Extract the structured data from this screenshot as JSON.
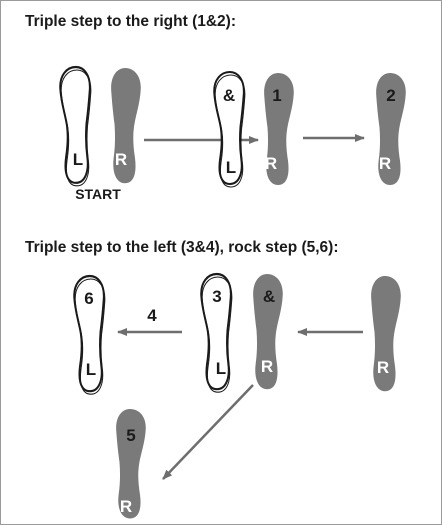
{
  "headings": {
    "section1": "Triple step to the right (1&2):",
    "section2": "Triple step to the left (3&4), rock step (5,6):"
  },
  "start_label": "START",
  "feet": {
    "s1_start_left": {
      "foot": "L",
      "step": ""
    },
    "s1_start_right": {
      "foot": "R",
      "step": ""
    },
    "s1_and_left": {
      "foot": "L",
      "step": "&"
    },
    "s1_one_right": {
      "foot": "R",
      "step": "1"
    },
    "s1_two_right": {
      "foot": "R",
      "step": "2"
    },
    "s2_six_left": {
      "foot": "L",
      "step": "6"
    },
    "s2_three_left": {
      "foot": "L",
      "step": "3"
    },
    "s2_and_right": {
      "foot": "R",
      "step": "&"
    },
    "s2_start_right": {
      "foot": "R",
      "step": ""
    },
    "s2_five_right": {
      "foot": "R",
      "step": "5"
    }
  },
  "arrows": {
    "s2_four": "4"
  },
  "colors": {
    "shaded_foot": "#7a7a7a",
    "outline": "#1a1a1a",
    "arrow": "#6e6e6e",
    "text_dark": "#1a1a1a",
    "text_light": "#ffffff"
  }
}
